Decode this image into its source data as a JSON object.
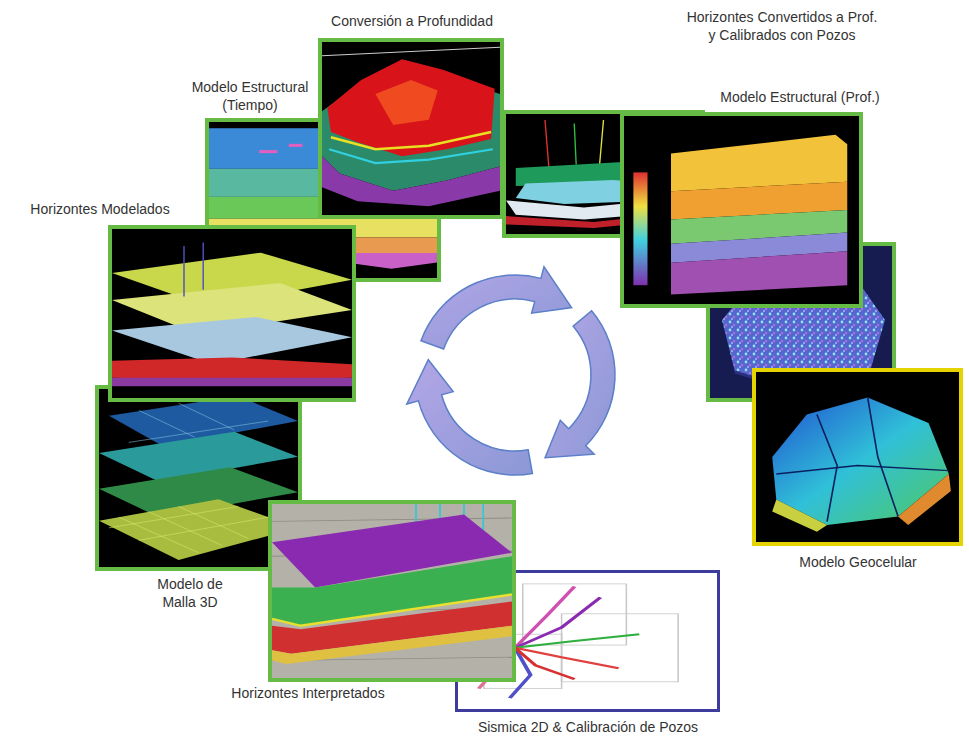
{
  "diagram": {
    "nodes": [
      {
        "text": [
          "Sismica 2D & Calibración de Pozos"
        ]
      },
      {
        "text": [
          "Horizontes Interpretados"
        ]
      },
      {
        "text": [
          "Modelo de Malla 3D"
        ]
      },
      {
        "text": [
          "Horizontes Modelados"
        ]
      },
      {
        "text": [
          "Modelo Estructural (Tiempo)"
        ]
      },
      {
        "text": [
          "Conversión a Profundidad"
        ]
      },
      {
        "text": [
          "Horizontes Convertidos a Prof. y Calibrados con Pozos"
        ]
      },
      {
        "text": [
          "Modelo Estructural (Prof.)"
        ]
      },
      {
        "text": [
          "Modelo Geocelular"
        ]
      }
    ]
  }
}
